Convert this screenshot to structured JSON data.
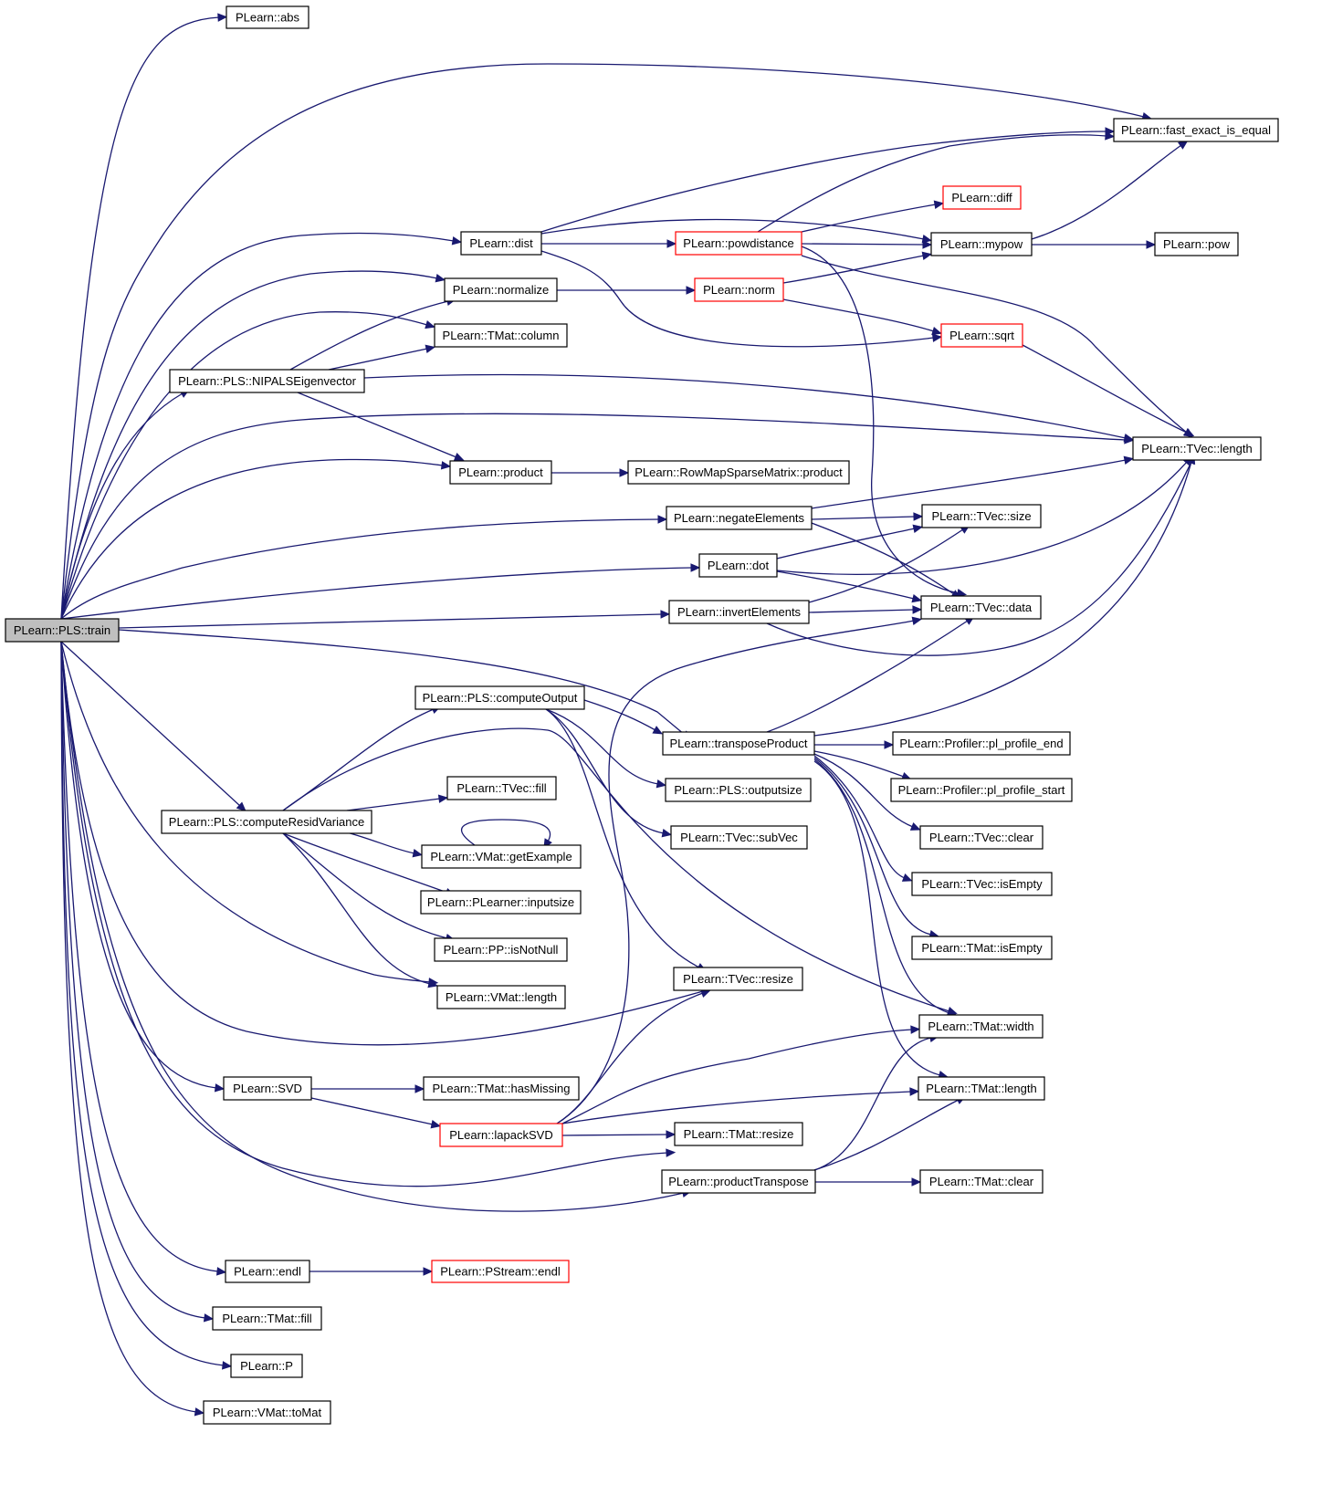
{
  "colors": {
    "edge": "#191970",
    "node_border": "#000000",
    "node_border_truncated": "#ff0000",
    "root_fill": "#bfbfbf",
    "node_fill": "#ffffff"
  },
  "nodes": [
    {
      "id": "train",
      "label": "PLearn::PLS::train",
      "style": "root"
    },
    {
      "id": "abs",
      "label": "PLearn::abs",
      "style": "normal"
    },
    {
      "id": "fast_exact",
      "label": "PLearn::fast_exact_is_equal",
      "style": "normal"
    },
    {
      "id": "diff",
      "label": "PLearn::diff",
      "style": "red"
    },
    {
      "id": "dist",
      "label": "PLearn::dist",
      "style": "normal"
    },
    {
      "id": "powdistance",
      "label": "PLearn::powdistance",
      "style": "red"
    },
    {
      "id": "mypow",
      "label": "PLearn::mypow",
      "style": "normal"
    },
    {
      "id": "pow",
      "label": "PLearn::pow",
      "style": "normal"
    },
    {
      "id": "normalize",
      "label": "PLearn::normalize",
      "style": "normal"
    },
    {
      "id": "norm",
      "label": "PLearn::norm",
      "style": "red"
    },
    {
      "id": "tmat_column",
      "label": "PLearn::TMat::column",
      "style": "normal"
    },
    {
      "id": "sqrt",
      "label": "PLearn::sqrt",
      "style": "red"
    },
    {
      "id": "nipals",
      "label": "PLearn::PLS::NIPALSEigenvector",
      "style": "normal"
    },
    {
      "id": "tvec_length",
      "label": "PLearn::TVec::length",
      "style": "normal"
    },
    {
      "id": "product",
      "label": "PLearn::product",
      "style": "normal"
    },
    {
      "id": "rowmap_product",
      "label": "PLearn::RowMapSparseMatrix::product",
      "style": "normal"
    },
    {
      "id": "negate",
      "label": "PLearn::negateElements",
      "style": "normal"
    },
    {
      "id": "tvec_size",
      "label": "PLearn::TVec::size",
      "style": "normal"
    },
    {
      "id": "dot",
      "label": "PLearn::dot",
      "style": "normal"
    },
    {
      "id": "tvec_data",
      "label": "PLearn::TVec::data",
      "style": "normal"
    },
    {
      "id": "invert",
      "label": "PLearn::invertElements",
      "style": "normal"
    },
    {
      "id": "compute_output",
      "label": "PLearn::PLS::computeOutput",
      "style": "normal"
    },
    {
      "id": "transpose_product",
      "label": "PLearn::transposeProduct",
      "style": "normal"
    },
    {
      "id": "profile_end",
      "label": "PLearn::Profiler::pl_profile_end",
      "style": "normal"
    },
    {
      "id": "profile_start",
      "label": "PLearn::Profiler::pl_profile_start",
      "style": "normal"
    },
    {
      "id": "outputsize",
      "label": "PLearn::PLS::outputsize",
      "style": "normal"
    },
    {
      "id": "tvec_fill",
      "label": "PLearn::TVec::fill",
      "style": "normal"
    },
    {
      "id": "compute_resid",
      "label": "PLearn::PLS::computeResidVariance",
      "style": "normal"
    },
    {
      "id": "tvec_subvec",
      "label": "PLearn::TVec::subVec",
      "style": "normal"
    },
    {
      "id": "tvec_clear",
      "label": "PLearn::TVec::clear",
      "style": "normal"
    },
    {
      "id": "get_example",
      "label": "PLearn::VMat::getExample",
      "style": "normal"
    },
    {
      "id": "tvec_isempty",
      "label": "PLearn::TVec::isEmpty",
      "style": "normal"
    },
    {
      "id": "inputsize",
      "label": "PLearn::PLearner::inputsize",
      "style": "normal"
    },
    {
      "id": "tmat_isempty",
      "label": "PLearn::TMat::isEmpty",
      "style": "normal"
    },
    {
      "id": "isnotnull",
      "label": "PLearn::PP::isNotNull",
      "style": "normal"
    },
    {
      "id": "tvec_resize",
      "label": "PLearn::TVec::resize",
      "style": "normal"
    },
    {
      "id": "vmat_length",
      "label": "PLearn::VMat::length",
      "style": "normal"
    },
    {
      "id": "tmat_width",
      "label": "PLearn::TMat::width",
      "style": "normal"
    },
    {
      "id": "svd",
      "label": "PLearn::SVD",
      "style": "normal"
    },
    {
      "id": "hasmissing",
      "label": "PLearn::TMat::hasMissing",
      "style": "normal"
    },
    {
      "id": "tmat_length",
      "label": "PLearn::TMat::length",
      "style": "normal"
    },
    {
      "id": "lapacksvd",
      "label": "PLearn::lapackSVD",
      "style": "red"
    },
    {
      "id": "tmat_resize",
      "label": "PLearn::TMat::resize",
      "style": "normal"
    },
    {
      "id": "product_transpose",
      "label": "PLearn::productTranspose",
      "style": "normal"
    },
    {
      "id": "tmat_clear",
      "label": "PLearn::TMat::clear",
      "style": "normal"
    },
    {
      "id": "endl",
      "label": "PLearn::endl",
      "style": "normal"
    },
    {
      "id": "pstream_endl",
      "label": "PLearn::PStream::endl",
      "style": "red"
    },
    {
      "id": "tmat_fill",
      "label": "PLearn::TMat::fill",
      "style": "normal"
    },
    {
      "id": "p",
      "label": "PLearn::P",
      "style": "normal"
    },
    {
      "id": "tomat",
      "label": "PLearn::VMat::toMat",
      "style": "normal"
    }
  ],
  "edges": [
    {
      "from": "train",
      "to": "abs"
    },
    {
      "from": "train",
      "to": "fast_exact"
    },
    {
      "from": "train",
      "to": "dist"
    },
    {
      "from": "train",
      "to": "normalize"
    },
    {
      "from": "train",
      "to": "tmat_column"
    },
    {
      "from": "train",
      "to": "nipals"
    },
    {
      "from": "train",
      "to": "tvec_length"
    },
    {
      "from": "train",
      "to": "product"
    },
    {
      "from": "train",
      "to": "negate"
    },
    {
      "from": "train",
      "to": "dot"
    },
    {
      "from": "train",
      "to": "invert"
    },
    {
      "from": "train",
      "to": "transpose_product"
    },
    {
      "from": "train",
      "to": "compute_resid"
    },
    {
      "from": "train",
      "to": "vmat_length"
    },
    {
      "from": "train",
      "to": "tvec_resize"
    },
    {
      "from": "train",
      "to": "svd"
    },
    {
      "from": "train",
      "to": "tmat_resize"
    },
    {
      "from": "train",
      "to": "product_transpose"
    },
    {
      "from": "train",
      "to": "endl"
    },
    {
      "from": "train",
      "to": "tmat_fill"
    },
    {
      "from": "train",
      "to": "p"
    },
    {
      "from": "train",
      "to": "tomat"
    },
    {
      "from": "dist",
      "to": "fast_exact"
    },
    {
      "from": "dist",
      "to": "powdistance"
    },
    {
      "from": "dist",
      "to": "mypow"
    },
    {
      "from": "dist",
      "to": "sqrt"
    },
    {
      "from": "powdistance",
      "to": "fast_exact"
    },
    {
      "from": "powdistance",
      "to": "diff"
    },
    {
      "from": "powdistance",
      "to": "mypow"
    },
    {
      "from": "powdistance",
      "to": "tvec_length"
    },
    {
      "from": "powdistance",
      "to": "tvec_data"
    },
    {
      "from": "mypow",
      "to": "fast_exact"
    },
    {
      "from": "mypow",
      "to": "pow"
    },
    {
      "from": "normalize",
      "to": "norm"
    },
    {
      "from": "norm",
      "to": "mypow"
    },
    {
      "from": "norm",
      "to": "sqrt"
    },
    {
      "from": "sqrt",
      "to": "tvec_length"
    },
    {
      "from": "nipals",
      "to": "normalize"
    },
    {
      "from": "nipals",
      "to": "tmat_column"
    },
    {
      "from": "nipals",
      "to": "tvec_length"
    },
    {
      "from": "nipals",
      "to": "product"
    },
    {
      "from": "product",
      "to": "rowmap_product"
    },
    {
      "from": "negate",
      "to": "tvec_length"
    },
    {
      "from": "negate",
      "to": "tvec_size"
    },
    {
      "from": "negate",
      "to": "tvec_data"
    },
    {
      "from": "dot",
      "to": "tvec_size"
    },
    {
      "from": "dot",
      "to": "tvec_length"
    },
    {
      "from": "dot",
      "to": "tvec_data"
    },
    {
      "from": "invert",
      "to": "tvec_size"
    },
    {
      "from": "invert",
      "to": "tvec_data"
    },
    {
      "from": "invert",
      "to": "tvec_length"
    },
    {
      "from": "compute_output",
      "to": "transpose_product"
    },
    {
      "from": "compute_output",
      "to": "outputsize"
    },
    {
      "from": "compute_output",
      "to": "tvec_subvec"
    },
    {
      "from": "compute_output",
      "to": "tvec_resize"
    },
    {
      "from": "transpose_product",
      "to": "tvec_data"
    },
    {
      "from": "transpose_product",
      "to": "tvec_length"
    },
    {
      "from": "transpose_product",
      "to": "profile_end"
    },
    {
      "from": "transpose_product",
      "to": "profile_start"
    },
    {
      "from": "transpose_product",
      "to": "tvec_clear"
    },
    {
      "from": "transpose_product",
      "to": "tvec_isempty"
    },
    {
      "from": "transpose_product",
      "to": "tmat_isempty"
    },
    {
      "from": "transpose_product",
      "to": "tmat_width"
    },
    {
      "from": "transpose_product",
      "to": "tmat_length"
    },
    {
      "from": "compute_resid",
      "to": "compute_output"
    },
    {
      "from": "compute_resid",
      "to": "tvec_fill"
    },
    {
      "from": "compute_resid",
      "to": "get_example"
    },
    {
      "from": "compute_resid",
      "to": "inputsize"
    },
    {
      "from": "compute_resid",
      "to": "isnotnull"
    },
    {
      "from": "compute_resid",
      "to": "vmat_length"
    },
    {
      "from": "compute_resid",
      "to": "tmat_width"
    },
    {
      "from": "get_example",
      "to": "get_example"
    },
    {
      "from": "svd",
      "to": "hasmissing"
    },
    {
      "from": "svd",
      "to": "lapacksvd"
    },
    {
      "from": "lapacksvd",
      "to": "tvec_data"
    },
    {
      "from": "lapacksvd",
      "to": "tvec_resize"
    },
    {
      "from": "lapacksvd",
      "to": "tmat_width"
    },
    {
      "from": "lapacksvd",
      "to": "tmat_length"
    },
    {
      "from": "lapacksvd",
      "to": "tmat_resize"
    },
    {
      "from": "product_transpose",
      "to": "tmat_width"
    },
    {
      "from": "product_transpose",
      "to": "tmat_length"
    },
    {
      "from": "product_transpose",
      "to": "tmat_clear"
    },
    {
      "from": "endl",
      "to": "pstream_endl"
    }
  ]
}
